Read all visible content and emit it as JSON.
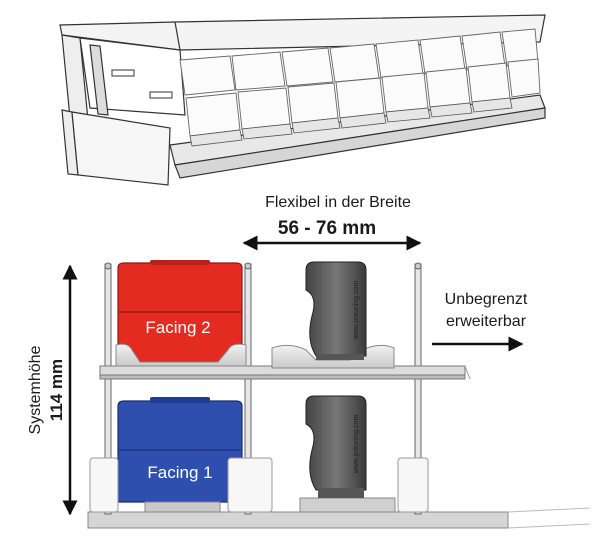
{
  "labels": {
    "width_title": "Flexibel in der Breite",
    "width_range": "56 - 76 mm",
    "expand_line1": "Unbegrenzt",
    "expand_line2": "erweiterbar",
    "height_title": "Systemhöhe",
    "height_value": "114 mm",
    "facing_top": "Facing 2",
    "facing_bottom": "Facing 1",
    "brand_text": "www.potuning.com"
  },
  "colors": {
    "facing_top": "#e32b22",
    "facing_bottom": "#2f4fae",
    "divider": "#555555",
    "line": "#333333"
  }
}
